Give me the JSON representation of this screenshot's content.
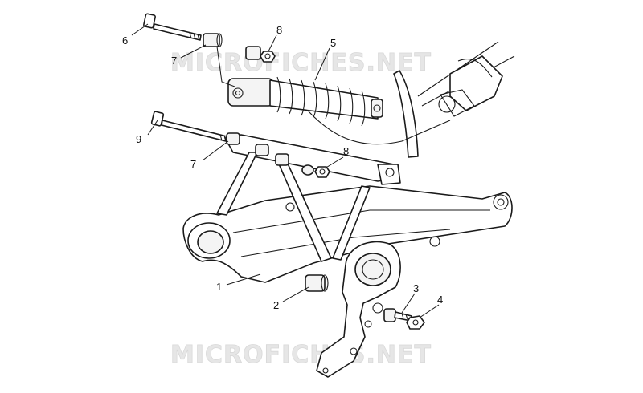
{
  "watermark": {
    "text": "MICROFICHES.NET",
    "color": "#e6e6e6"
  },
  "callouts": [
    {
      "id": "c6a",
      "label": "6"
    },
    {
      "id": "c7a",
      "label": "7"
    },
    {
      "id": "c8a",
      "label": "8"
    },
    {
      "id": "c5",
      "label": "5"
    },
    {
      "id": "c9",
      "label": "9"
    },
    {
      "id": "c7b",
      "label": "7"
    },
    {
      "id": "c8b",
      "label": "8"
    },
    {
      "id": "c1",
      "label": "1"
    },
    {
      "id": "c2",
      "label": "2"
    },
    {
      "id": "c3",
      "label": "3"
    },
    {
      "id": "c4",
      "label": "4"
    }
  ],
  "colors": {
    "line": "#1a1a1a",
    "background": "#ffffff"
  }
}
